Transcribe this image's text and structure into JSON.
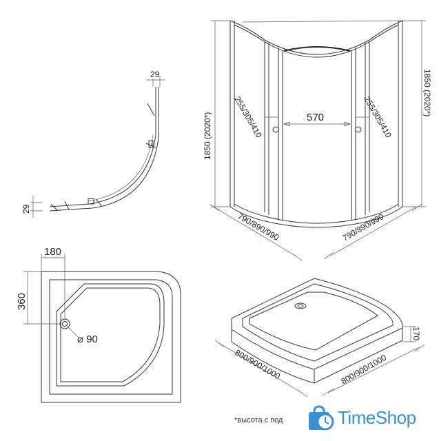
{
  "views": {
    "top_profile": {
      "dim_top": "29",
      "dim_side": "29"
    },
    "cabin_front": {
      "height_left": "1850 (2020*)",
      "height_right": "1850 (2020*)",
      "handle_left": "255/305/410",
      "handle_right": "255/305/410",
      "door_width": "570",
      "depth_left": "790/890/990",
      "depth_right": "790/890/990"
    },
    "tray_plan": {
      "drain_offset_x": "180",
      "drain_offset_y": "360",
      "drain_diameter": "⌀ 90"
    },
    "tray_iso": {
      "tray_height": "170",
      "side_left": "800/900/1000",
      "side_right": "800/900/1000"
    }
  },
  "footnote": "*высота с под",
  "brand": {
    "name": "TimeShop",
    "color": "#3a8fd8",
    "icon": "shopping-bag-clock-icon"
  }
}
